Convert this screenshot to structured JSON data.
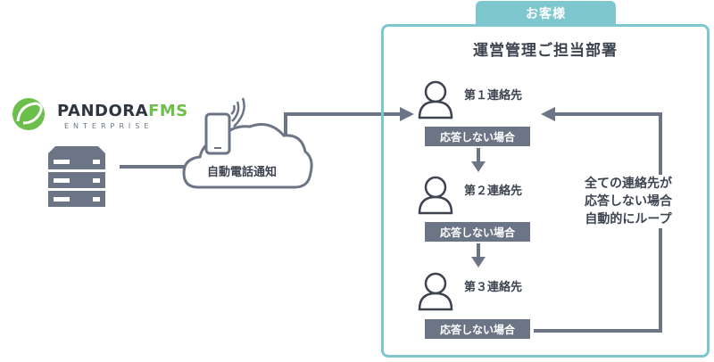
{
  "logo": {
    "name_main": "PANDORA",
    "name_accent": "FMS",
    "subtitle": "ENTERPRISE",
    "accent_color": "#6bbf4a"
  },
  "notification": {
    "label": "自動電話通知",
    "device_icon": "smartphone-icon",
    "cloud_icon": "cloud-icon"
  },
  "customer": {
    "tab_label": "お客様",
    "dept_title": "運営管理ご担当部署",
    "panel_color": "#7ec7cf"
  },
  "contacts": [
    {
      "label": "第１連絡先",
      "status": "応答しない場合"
    },
    {
      "label": "第２連絡先",
      "status": "応答しない場合"
    },
    {
      "label": "第３連絡先",
      "status": "応答しない場合"
    }
  ],
  "loop_note": {
    "lines": [
      "全ての連絡先が",
      "応答しない場合",
      "自動的にループ"
    ]
  },
  "colors": {
    "connector": "#6b7585",
    "text": "#3d4450"
  }
}
